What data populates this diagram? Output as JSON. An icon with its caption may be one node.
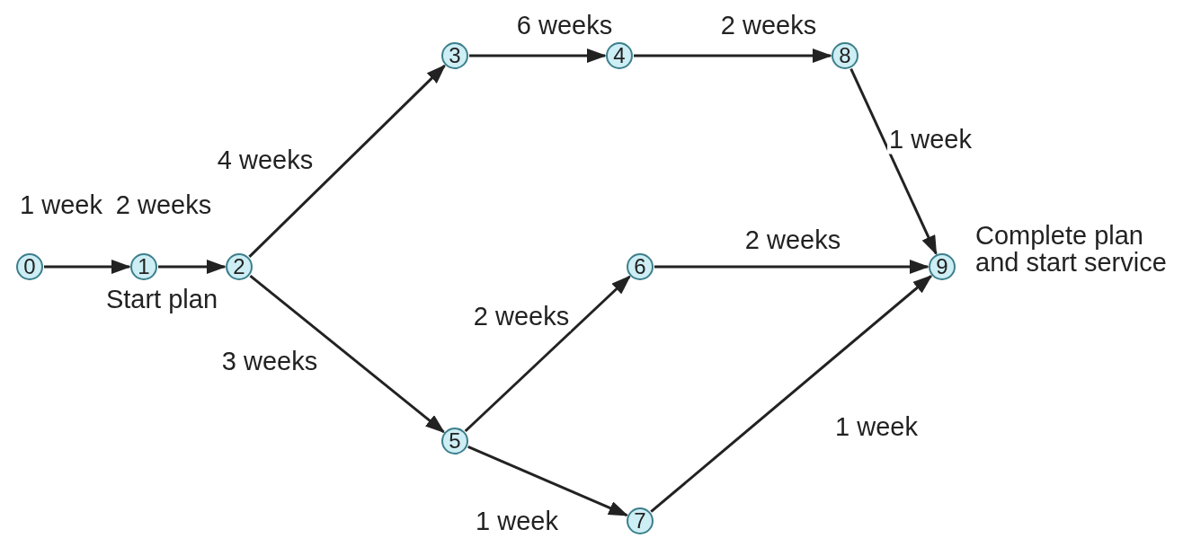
{
  "diagram": {
    "nodes": [
      {
        "text": [
          "0"
        ]
      },
      {
        "text": [
          "1"
        ],
        "beside": [
          "Start plan"
        ]
      },
      {
        "text": [
          "2"
        ]
      },
      {
        "text": [
          "3"
        ]
      },
      {
        "text": [
          "4"
        ]
      },
      {
        "text": [
          "8"
        ]
      },
      {
        "text": [
          "6"
        ]
      },
      {
        "text": [
          "9"
        ],
        "beside": [
          "Complete plan and start service"
        ]
      },
      {
        "text": [
          "5"
        ]
      },
      {
        "text": [
          "7"
        ]
      }
    ],
    "edges": [
      {
        "from": 0,
        "to": 1,
        "arrow": "to",
        "label": "1 week"
      },
      {
        "from": 1,
        "to": 2,
        "arrow": "to",
        "label": "2 weeks"
      },
      {
        "from": 2,
        "to": 3,
        "arrow": "to",
        "label": "4 weeks"
      },
      {
        "from": 3,
        "to": 4,
        "arrow": "to",
        "label": "6 weeks"
      },
      {
        "from": 4,
        "to": 5,
        "arrow": "to",
        "label": "2 weeks"
      },
      {
        "from": 5,
        "to": 7,
        "arrow": "to",
        "label": "1 week"
      },
      {
        "from": 2,
        "to": 8,
        "arrow": "to",
        "label": "3 weeks"
      },
      {
        "from": 8,
        "to": 6,
        "arrow": "to",
        "label": "2 weeks"
      },
      {
        "from": 6,
        "to": 7,
        "arrow": "to",
        "label": "2 weeks"
      },
      {
        "from": 8,
        "to": 9,
        "arrow": "to",
        "label": "1 week"
      },
      {
        "from": 9,
        "to": 7,
        "arrow": "to",
        "label": "1 week"
      }
    ]
  }
}
